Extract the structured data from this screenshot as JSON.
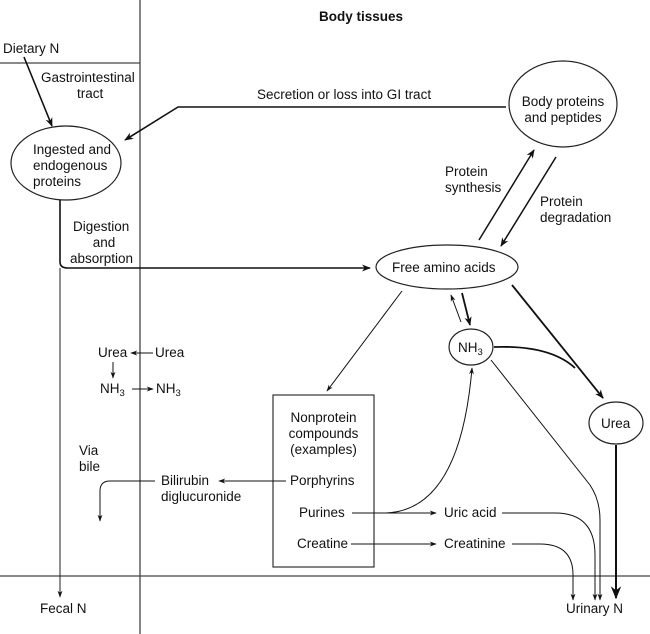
{
  "regions": {
    "body_tissues": "Body tissues",
    "gi_tract_line1": "Gastrointestinal",
    "gi_tract_line2": "tract"
  },
  "nodes": {
    "dietary_n": "Dietary N",
    "ingested_line1": "Ingested and",
    "ingested_line2": "endogenous",
    "ingested_line3": "proteins",
    "body_proteins_line1": "Body proteins",
    "body_proteins_line2": "and peptides",
    "free_amino_acids": "Free amino acids",
    "nh3_main": "NH",
    "nh3_sub": "3",
    "urea_main": "Urea",
    "nonprotein_line1": "Nonprotein",
    "nonprotein_line2": "compounds",
    "nonprotein_line3": "(examples)",
    "porphyrins": "Porphyrins",
    "purines": "Purines",
    "creatine": "Creatine",
    "uric_acid": "Uric acid",
    "creatinine": "Creatinine",
    "bilirubin_line1": "Bilirubin",
    "bilirubin_line2": "diglucuronide",
    "urea_gi": "Urea",
    "urea_tissue": "Urea",
    "nh3_gi": "NH",
    "nh3_gi_sub": "3",
    "nh3_tissue": "NH",
    "nh3_tissue_sub": "3",
    "fecal_n": "Fecal N",
    "urinary_n": "Urinary N"
  },
  "edges": {
    "secretion": "Secretion or loss into GI tract",
    "digestion_line1": "Digestion",
    "digestion_line2": "and",
    "digestion_line3": "absorption",
    "synthesis_line1": "Protein",
    "synthesis_line2": "synthesis",
    "degradation_line1": "Protein",
    "degradation_line2": "degradation",
    "via_bile_line1": "Via",
    "via_bile_line2": "bile"
  }
}
